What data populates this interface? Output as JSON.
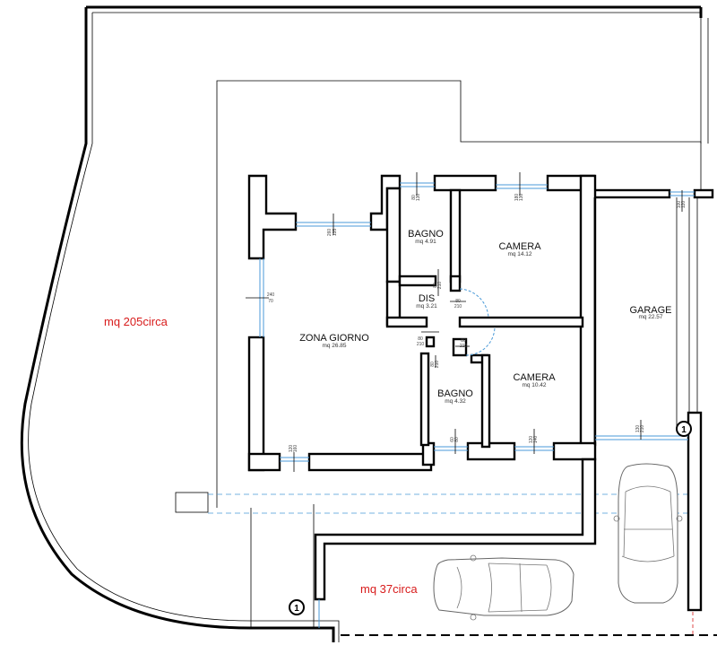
{
  "plan": {
    "zone_labels": {
      "garden_area": "mq 205circa",
      "parking_area": "mq 37circa"
    },
    "rooms": [
      {
        "key": "zona_giorno",
        "name": "ZONA GIORNO",
        "area": "mq 26.85"
      },
      {
        "key": "bagno_1",
        "name": "BAGNO",
        "area": "mq 4.91"
      },
      {
        "key": "camera_1",
        "name": "CAMERA",
        "area": "mq 14.12"
      },
      {
        "key": "dis",
        "name": "DIS",
        "area": "mq 3.21"
      },
      {
        "key": "bagno_2",
        "name": "BAGNO",
        "area": "mq 4.32"
      },
      {
        "key": "camera_2",
        "name": "CAMERA",
        "area": "mq 10.42"
      },
      {
        "key": "garage",
        "name": "GARAGE",
        "area": "mq 22.57"
      }
    ],
    "markers": [
      "1",
      "1"
    ],
    "dimension_labels": {
      "zona_top_window": [
        "260",
        "135"
      ],
      "zona_left_window": [
        "240",
        "70"
      ],
      "zona_bottom_window": [
        "120",
        "160"
      ],
      "bagno1_top_window": [
        "80",
        "130"
      ],
      "camera1_top_window": [
        "180",
        "130"
      ],
      "dis_door": [
        "80",
        "210"
      ],
      "dis_right_door": [
        "80",
        "210"
      ],
      "dis_side": [
        "80",
        "210"
      ],
      "camera2_door": [
        "80",
        "210"
      ],
      "bagno2_door": [
        "80",
        "210"
      ],
      "bagno2_bottom_window": [
        "60",
        "80"
      ],
      "camera2_bottom_window": [
        "120",
        "140"
      ],
      "garage_side": [
        "130",
        "210"
      ],
      "garage_window": [
        "100",
        "120"
      ]
    }
  }
}
